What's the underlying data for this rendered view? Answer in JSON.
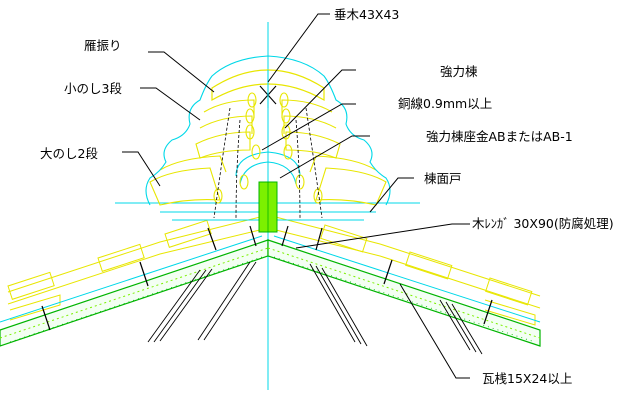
{
  "labels": {
    "taruki": "垂木43X43",
    "kyouryokumune": "強力棟",
    "ganburi": "雁振り",
    "konoshi": "小のし3段",
    "dousen": "銅線0.9mm以上",
    "zagane": "強力棟座金ABまたはAB-1",
    "oonoshi": "大のし2段",
    "munemendo": "棟面戸",
    "mokurenga": "木ﾚﾝｶﾞ 30X90(防腐処理)",
    "kawarasan": "瓦桟15X24以上"
  },
  "colors": {
    "yellow": "#e8e600",
    "cyan": "#00d8e8",
    "green": "#00b400",
    "lime": "#7cf000",
    "black": "#000000"
  }
}
